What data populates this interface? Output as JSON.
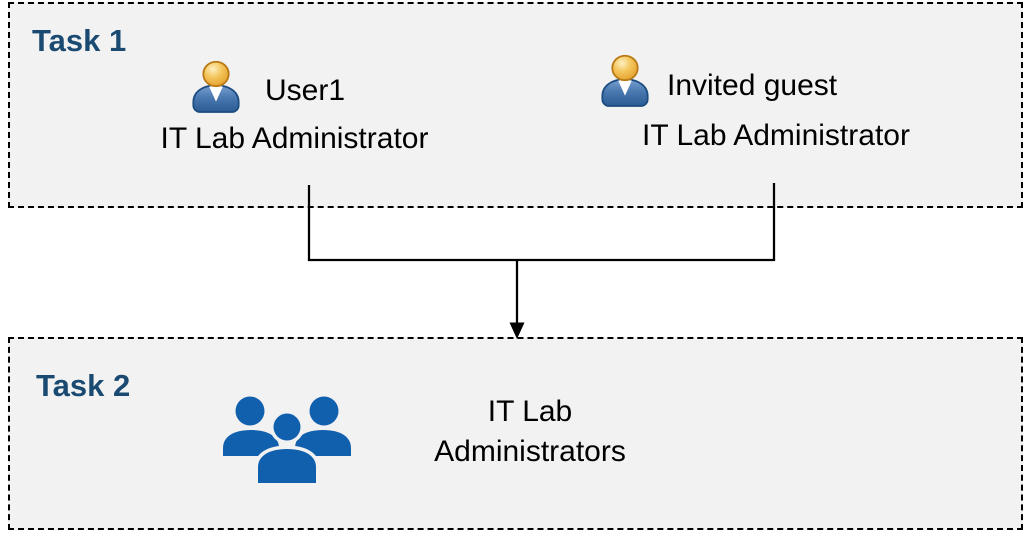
{
  "colors": {
    "box_bg": "#f2f2f2",
    "box_border": "#000000",
    "task_title": "#1a4a72",
    "text": "#000000",
    "connector": "#000000",
    "group_icon": "#1160ae",
    "person_body": "#3b6ca8",
    "person_body_edge": "#1d4c80",
    "person_head": "#eba93f",
    "person_head_edge": "#b87a14"
  },
  "task1": {
    "title": "Task 1",
    "users": [
      {
        "name": "User1",
        "role": "IT Lab Administrator",
        "icon": "person-icon"
      },
      {
        "name": "Invited guest",
        "role": "IT Lab Administrator",
        "icon": "person-icon"
      }
    ]
  },
  "task2": {
    "title": "Task 2",
    "icon": "people-group-icon",
    "label_line1": "IT Lab",
    "label_line2": "Administrators"
  }
}
